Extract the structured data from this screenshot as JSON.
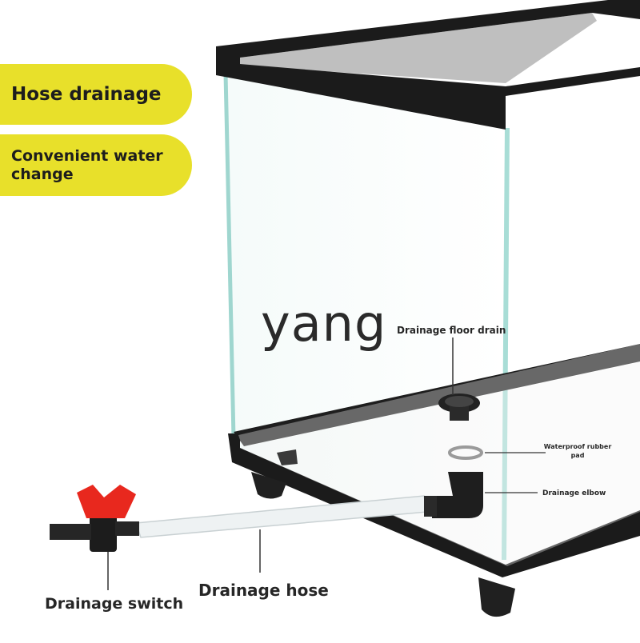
{
  "features": {
    "hose_drainage": "Hose drainage",
    "water_change": "Convenient water change"
  },
  "watermark": "yang",
  "callouts": {
    "floor_drain": "Drainage floor drain",
    "rubber_pad": "Waterproof rubber pad",
    "elbow": "Drainage elbow",
    "hose": "Drainage hose",
    "switch": "Drainage switch"
  },
  "colors": {
    "accent_yellow": "#e8e02a",
    "frame_black": "#1b1b1b",
    "valve_red": "#e8281e",
    "glass_edge": "#9fd6cf"
  }
}
